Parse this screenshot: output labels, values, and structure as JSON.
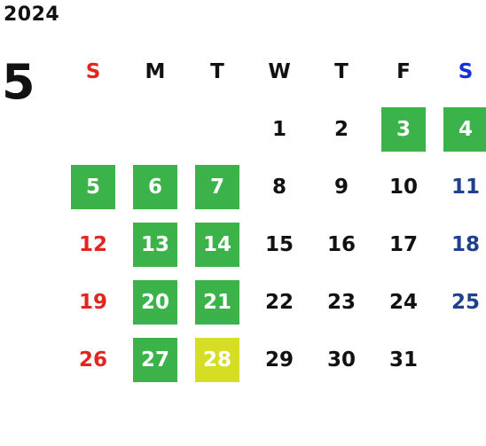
{
  "calendar": {
    "year": "2024",
    "month": "5",
    "weekdays": [
      {
        "label": "S",
        "color": "red"
      },
      {
        "label": "M",
        "color": "black"
      },
      {
        "label": "T",
        "color": "black"
      },
      {
        "label": "W",
        "color": "black"
      },
      {
        "label": "T",
        "color": "black"
      },
      {
        "label": "F",
        "color": "black"
      },
      {
        "label": "S",
        "color": "blue-head"
      }
    ],
    "weeks": [
      [
        {
          "day": "",
          "style": "empty"
        },
        {
          "day": "",
          "style": "empty"
        },
        {
          "day": "",
          "style": "empty"
        },
        {
          "day": "1",
          "style": "normal",
          "color": "black"
        },
        {
          "day": "2",
          "style": "normal",
          "color": "black"
        },
        {
          "day": "3",
          "style": "holiday"
        },
        {
          "day": "4",
          "style": "holiday"
        }
      ],
      [
        {
          "day": "5",
          "style": "holiday"
        },
        {
          "day": "6",
          "style": "holiday"
        },
        {
          "day": "7",
          "style": "holiday"
        },
        {
          "day": "8",
          "style": "normal",
          "color": "black"
        },
        {
          "day": "9",
          "style": "normal",
          "color": "black"
        },
        {
          "day": "10",
          "style": "normal",
          "color": "black"
        },
        {
          "day": "11",
          "style": "normal",
          "color": "blue"
        }
      ],
      [
        {
          "day": "12",
          "style": "normal",
          "color": "red"
        },
        {
          "day": "13",
          "style": "holiday"
        },
        {
          "day": "14",
          "style": "holiday"
        },
        {
          "day": "15",
          "style": "normal",
          "color": "black"
        },
        {
          "day": "16",
          "style": "normal",
          "color": "black"
        },
        {
          "day": "17",
          "style": "normal",
          "color": "black"
        },
        {
          "day": "18",
          "style": "normal",
          "color": "blue"
        }
      ],
      [
        {
          "day": "19",
          "style": "normal",
          "color": "red"
        },
        {
          "day": "20",
          "style": "holiday"
        },
        {
          "day": "21",
          "style": "holiday"
        },
        {
          "day": "22",
          "style": "normal",
          "color": "black"
        },
        {
          "day": "23",
          "style": "normal",
          "color": "black"
        },
        {
          "day": "24",
          "style": "normal",
          "color": "black"
        },
        {
          "day": "25",
          "style": "normal",
          "color": "blue"
        }
      ],
      [
        {
          "day": "26",
          "style": "normal",
          "color": "red"
        },
        {
          "day": "27",
          "style": "holiday"
        },
        {
          "day": "28",
          "style": "today"
        },
        {
          "day": "29",
          "style": "normal",
          "color": "black"
        },
        {
          "day": "30",
          "style": "normal",
          "color": "black"
        },
        {
          "day": "31",
          "style": "normal",
          "color": "black"
        },
        {
          "day": "",
          "style": "empty"
        }
      ]
    ]
  },
  "colors": {
    "holiday_bg": "#3cb34a",
    "today_bg": "#d5de24",
    "sunday": "#e0261f",
    "saturday_head": "#1431d8",
    "saturday": "#1f3f8f",
    "text": "#111111"
  }
}
